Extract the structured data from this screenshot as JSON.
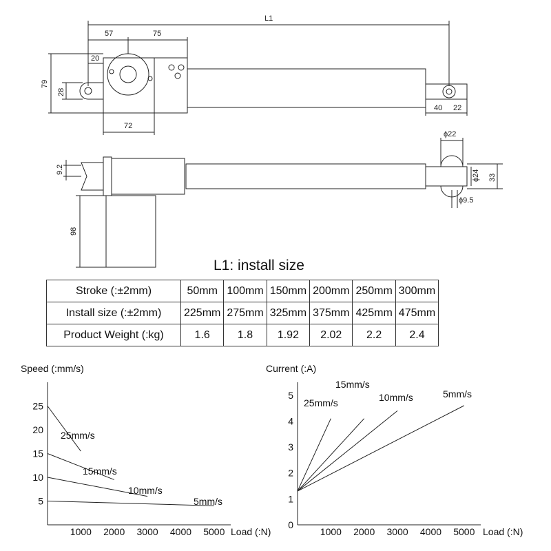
{
  "drawing": {
    "top_view": {
      "L1": "L1",
      "d57": "57",
      "d75": "75",
      "d20": "20",
      "d79": "79",
      "d28": "28",
      "d72": "72",
      "d40": "40",
      "d22": "22"
    },
    "side_view": {
      "d9_2": "9.2",
      "d98": "98",
      "phi22": "ϕ22",
      "phi24": "ϕ24",
      "d33": "33",
      "phi9_5": "ϕ9.5"
    }
  },
  "install_title": "L1: install size",
  "table": {
    "rows": [
      {
        "label": "Stroke (:±2mm)",
        "cells": [
          "50mm",
          "100mm",
          "150mm",
          "200mm",
          "250mm",
          "300mm"
        ]
      },
      {
        "label": "Install size (:±2mm)",
        "cells": [
          "225mm",
          "275mm",
          "325mm",
          "375mm",
          "425mm",
          "475mm"
        ]
      },
      {
        "label": "Product Weight (:kg)",
        "cells": [
          "1.6",
          "1.8",
          "1.92",
          "2.02",
          "2.2",
          "2.4"
        ]
      }
    ]
  },
  "chart_data": [
    {
      "type": "line",
      "ylabel": "Speed (:mm/s)",
      "xlabel": "Load (:N)",
      "xlim": [
        0,
        5500
      ],
      "ylim": [
        0,
        30
      ],
      "xticks": [
        1000,
        2000,
        3000,
        4000,
        5000
      ],
      "yticks": [
        5,
        10,
        15,
        20,
        25
      ],
      "series": [
        {
          "name": "25mm/s",
          "x": [
            0,
            1000
          ],
          "y": [
            25,
            15.5
          ]
        },
        {
          "name": "15mm/s",
          "x": [
            0,
            2000
          ],
          "y": [
            15,
            9.5
          ]
        },
        {
          "name": "10mm/s",
          "x": [
            0,
            3000
          ],
          "y": [
            10,
            6
          ]
        },
        {
          "name": "5mm/s",
          "x": [
            0,
            5000
          ],
          "y": [
            5,
            4
          ]
        }
      ]
    },
    {
      "type": "line",
      "ylabel": "Current (:A)",
      "xlabel": "Load (:N)",
      "xlim": [
        0,
        5500
      ],
      "ylim": [
        0,
        5.5
      ],
      "xticks": [
        1000,
        2000,
        3000,
        4000,
        5000
      ],
      "yticks": [
        0,
        1,
        2,
        3,
        4,
        5
      ],
      "series": [
        {
          "name": "25mm/s",
          "x": [
            0,
            1000
          ],
          "y": [
            1.3,
            4.1
          ]
        },
        {
          "name": "15mm/s",
          "x": [
            0,
            2000
          ],
          "y": [
            1.3,
            4.1
          ]
        },
        {
          "name": "10mm/s",
          "x": [
            0,
            3000
          ],
          "y": [
            1.3,
            4.4
          ]
        },
        {
          "name": "5mm/s",
          "x": [
            0,
            5000
          ],
          "y": [
            1.3,
            4.6
          ]
        }
      ]
    }
  ]
}
